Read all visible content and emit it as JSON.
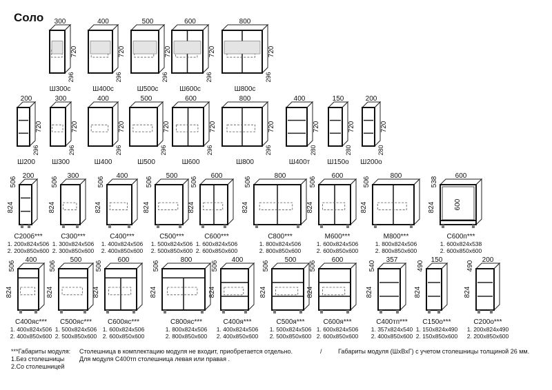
{
  "title": "Соло",
  "rows": [
    {
      "kind": "wall",
      "items": [
        {
          "label": "Ш300с",
          "w": "300",
          "h": "720",
          "d": "296",
          "doors": 1,
          "glass": true
        },
        {
          "label": "Ш400с",
          "w": "400",
          "h": "720",
          "d": "296",
          "doors": 1,
          "glass": true
        },
        {
          "label": "Ш500с",
          "w": "500",
          "h": "720",
          "d": "296",
          "doors": 1,
          "glass": true
        },
        {
          "label": "Ш600с",
          "w": "600",
          "h": "720",
          "d": "296",
          "doors": 2,
          "glass": true
        },
        {
          "label": "Ш800с",
          "w": "800",
          "h": "720",
          "d": "296",
          "doors": 2,
          "glass": true
        }
      ]
    },
    {
      "kind": "wall",
      "items": [
        {
          "label": "Ш200",
          "w": "200",
          "h": "720",
          "d": "296",
          "doors": 1,
          "open": true
        },
        {
          "label": "Ш300",
          "w": "300",
          "h": "720",
          "d": "296",
          "doors": 1
        },
        {
          "label": "Ш400",
          "w": "400",
          "h": "720",
          "d": "296",
          "doors": 1
        },
        {
          "label": "Ш500",
          "w": "500",
          "h": "720",
          "d": "296",
          "doors": 1
        },
        {
          "label": "Ш600",
          "w": "600",
          "h": "720",
          "d": "296",
          "doors": 2
        },
        {
          "label": "Ш800",
          "w": "800",
          "h": "720",
          "d": "296",
          "doors": 2
        },
        {
          "label": "Ш400т",
          "w": "400",
          "h": "720",
          "d": "280",
          "doors": 0,
          "shelves": true
        },
        {
          "label": "Ш150о",
          "w": "150",
          "h": "720",
          "d": "280",
          "doors": 0,
          "open": true
        },
        {
          "label": "Ш200о",
          "w": "200",
          "h": "720",
          "d": "280",
          "doors": 0,
          "open": true
        }
      ]
    },
    {
      "kind": "base",
      "items": [
        {
          "label": "С200б***",
          "w": "200",
          "h": "824",
          "d": "506",
          "doors": 1,
          "open": true,
          "v1": "1. 200x824x506",
          "v2": "2. 200x850x600"
        },
        {
          "label": "С300***",
          "w": "300",
          "h": "824",
          "d": "506",
          "doors": 1,
          "v1": "1. 300x824x506",
          "v2": "2. 300x850x600"
        },
        {
          "label": "С400***",
          "w": "400",
          "h": "824",
          "d": "506",
          "doors": 1,
          "v1": "1. 400x824x506",
          "v2": "2. 400x850x600"
        },
        {
          "label": "С500***",
          "w": "500",
          "h": "824",
          "d": "506",
          "doors": 1,
          "v1": "1. 500x824x506",
          "v2": "2. 500x850x600"
        },
        {
          "label": "С600***",
          "w": "600",
          "h": "824",
          "d": "506",
          "doors": 2,
          "v1": "1. 600x824x506",
          "v2": "2. 600x850x600"
        },
        {
          "label": "С800***",
          "w": "800",
          "h": "824",
          "d": "506",
          "doors": 2,
          "v1": "1. 800x824x506",
          "v2": "2. 800x850x600"
        },
        {
          "label": "М600***",
          "w": "600",
          "h": "824",
          "d": "506",
          "doors": 2,
          "v1": "1. 600x824x506",
          "v2": "2. 600x850x600"
        },
        {
          "label": "М800***",
          "w": "800",
          "h": "824",
          "d": "506",
          "doors": 2,
          "v1": "1. 800x824x506",
          "v2": "2. 800x850x600"
        },
        {
          "label": "С600п***",
          "w": "600",
          "h": "824",
          "d": "538",
          "doors": 0,
          "frame": true,
          "inner": "600",
          "v1": "1. 600x824x538",
          "v2": "2. 600x850x600"
        }
      ]
    },
    {
      "kind": "base",
      "items": [
        {
          "label": "С400яс***",
          "w": "400",
          "h": "824",
          "d": "506",
          "doors": 1,
          "drawer": true,
          "v1": "1. 400x824x506",
          "v2": "2. 400x850x600"
        },
        {
          "label": "С500яс***",
          "w": "500",
          "h": "824",
          "d": "506",
          "doors": 1,
          "drawer": true,
          "v1": "1. 500x824x506",
          "v2": "2. 500x850x600"
        },
        {
          "label": "С600яс***",
          "w": "600",
          "h": "824",
          "d": "506",
          "doors": 2,
          "drawer": true,
          "v1": "1. 600x824x506",
          "v2": "2. 600x850x600"
        },
        {
          "label": "С800яс***",
          "w": "800",
          "h": "824",
          "d": "506",
          "doors": 2,
          "drawer": true,
          "v1": "1. 800x824x506",
          "v2": "2. 800x850x600"
        },
        {
          "label": "С400я***",
          "w": "400",
          "h": "824",
          "d": "506",
          "doors": 0,
          "drawers": 3,
          "v1": "1. 400x824x506",
          "v2": "2. 400x850x600"
        },
        {
          "label": "С500я***",
          "w": "500",
          "h": "824",
          "d": "506",
          "doors": 0,
          "drawers": 3,
          "v1": "1. 500x824x506",
          "v2": "2. 500x850x600"
        },
        {
          "label": "С600я***",
          "w": "600",
          "h": "824",
          "d": "506",
          "doors": 0,
          "drawers": 3,
          "v1": "1. 600x824x506",
          "v2": "2. 600x850x600"
        },
        {
          "label": "С400тп***",
          "w": "357",
          "h": "824",
          "d": "540",
          "doors": 0,
          "shelves": true,
          "v1": "1. 357x824x540",
          "v2": "2. 400x850x600"
        },
        {
          "label": "С150о***",
          "w": "150",
          "h": "824",
          "d": "490",
          "doors": 0,
          "open": true,
          "v1": "1. 150x824x490",
          "v2": "2. 150x850x600"
        },
        {
          "label": "С200о***",
          "w": "200",
          "h": "824",
          "d": "490",
          "doors": 0,
          "open": true,
          "v1": "1. 200x824x490",
          "v2": "2. 200x850x600"
        }
      ]
    }
  ],
  "footnote": {
    "line1_a": "***Габариты модуля:",
    "line1_b": "Столешница в комплектацию модуля не входит, приобретается отдельно.",
    "slash": "/",
    "line1_c": "Габариты модуля (ШхВхГ) с учетом столешницы толщиной 26 мм.",
    "line2_a": "1.Без столешницы",
    "line2_b": "Для модуля С400тп столешница левая или правая .",
    "line3_a": "2.Со столешницей"
  }
}
